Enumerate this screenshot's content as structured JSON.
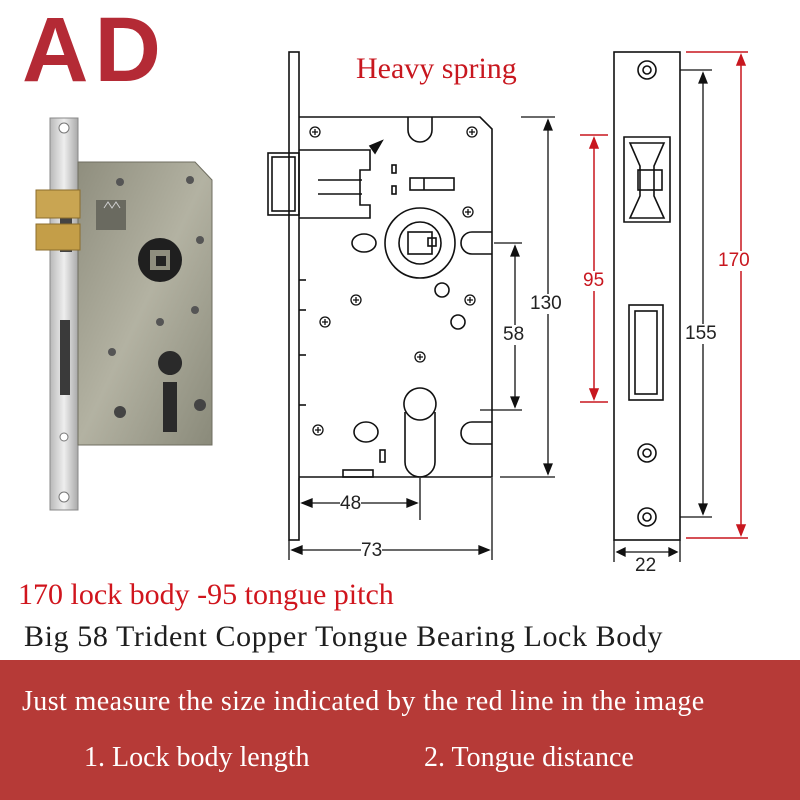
{
  "brand": {
    "logo_text": "AD"
  },
  "drawing": {
    "note": "Heavy spring",
    "dims": {
      "backset": "48",
      "body_width": "73",
      "body_height": "130",
      "hub_to_cyl": "58",
      "tongue_pitch": "95",
      "plate_length": "170",
      "screw_pitch": "155",
      "plate_width": "22"
    }
  },
  "captions": {
    "line1": "170 lock body -95 tongue pitch",
    "line2": "Big 58 Trident Copper Tongue Bearing Lock Body"
  },
  "banner": {
    "instruction": "Just measure the size indicated by the red line in the image",
    "item1": "1. Lock body length",
    "item2": "2. Tongue distance"
  },
  "colors": {
    "brand_red": "#b42a35",
    "banner_red": "#b63a37",
    "dimension_red": "#c8171f"
  }
}
